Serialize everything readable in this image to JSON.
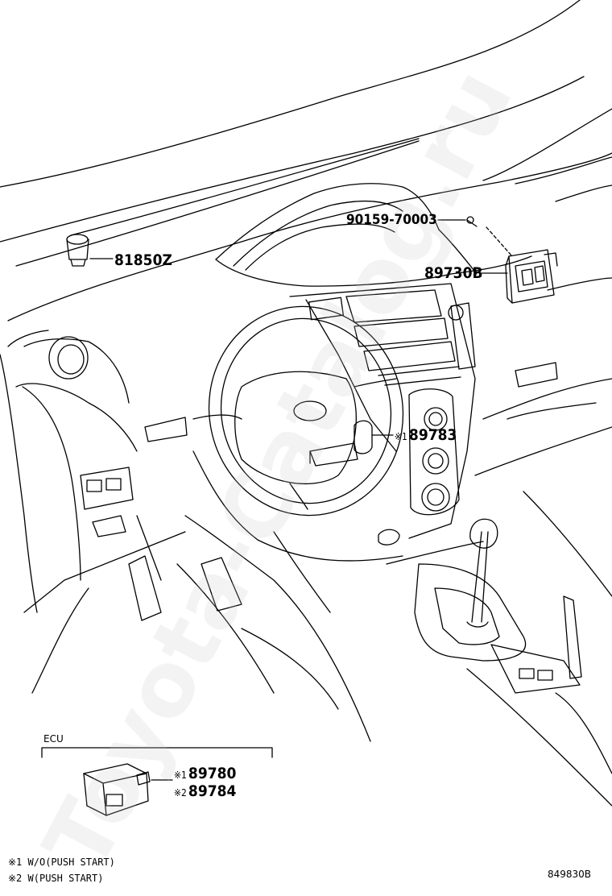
{
  "parts": {
    "clip": "90159-70003",
    "switch_1": "89730B",
    "receiver": "81850Z",
    "transponder": "89783",
    "ecu_1": "89780",
    "ecu_2": "89784"
  },
  "marks": {
    "m1": "※1",
    "m2": "※2"
  },
  "group_label": "ECU",
  "notes": [
    {
      "mark": "※1",
      "text": "W/O(PUSH START)"
    },
    {
      "mark": "※2",
      "text": "W(PUSH START)"
    }
  ],
  "figure_code": "849830B",
  "watermark": "Toyota-Catalog.ru"
}
